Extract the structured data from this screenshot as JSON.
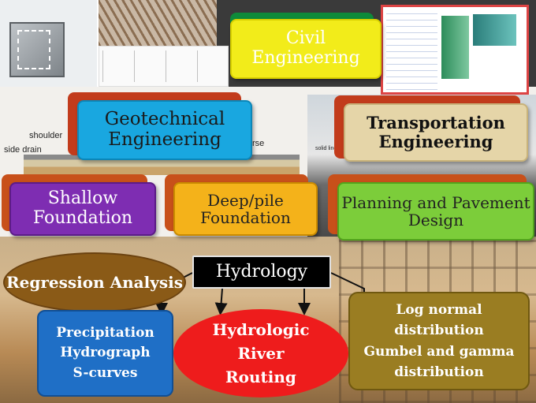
{
  "title": "Civil Engineering",
  "nodes": {
    "civil": "Civil Engineering",
    "geotechnical": "Geotechnical Engineering",
    "transportation": "Transportation Engineering",
    "shallow": "Shallow Foundation",
    "deep": "Deep/pile Foundation",
    "planning": "Planning and Pavement Design",
    "regression": "Regression Analysis",
    "hydrology": "Hydrology",
    "precipitation": [
      "Precipitation",
      "Hydrograph",
      "S-curves"
    ],
    "routing": [
      "Hydrologic",
      "River",
      "Routing"
    ],
    "distribution": [
      "Log normal",
      "distribution",
      "Gumbel and gamma",
      "distribution"
    ]
  },
  "background_labels": {
    "shoulder": "shoulder",
    "side_drain": "side drain",
    "course": "rse",
    "solid_line": "solid line"
  },
  "colors": {
    "civil": "#f2ec1a",
    "geotechnical": "#19a7e0",
    "transportation": "#e5d5a8",
    "shallow": "#7e2db2",
    "deep": "#f4b21a",
    "planning": "#7ccd3a",
    "regression": "#8a5a17",
    "hydrology": "#000000",
    "precipitation": "#1f6fc6",
    "routing": "#ee1c1c",
    "distribution": "#9a7d22"
  }
}
